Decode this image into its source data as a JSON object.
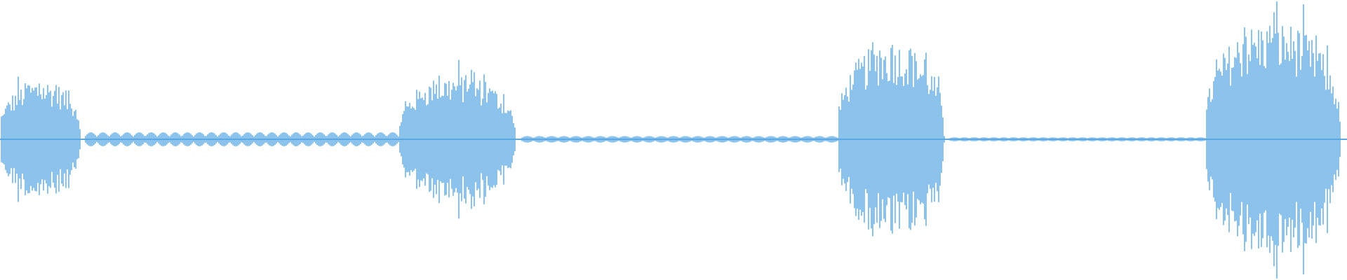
{
  "waveform": {
    "color": "#5aa9e4",
    "background": "#ffffff",
    "segments": [
      {
        "kind": "burst",
        "start": 0.0,
        "end": 0.063,
        "level": 0.48
      },
      {
        "kind": "ripple",
        "start": 0.063,
        "end": 0.296,
        "level": 0.05
      },
      {
        "kind": "burst",
        "start": 0.296,
        "end": 0.387,
        "level": 0.52
      },
      {
        "kind": "ripple",
        "start": 0.387,
        "end": 0.622,
        "level": 0.02
      },
      {
        "kind": "burst",
        "start": 0.622,
        "end": 0.705,
        "level": 0.78
      },
      {
        "kind": "ripple",
        "start": 0.705,
        "end": 0.895,
        "level": 0.01
      },
      {
        "kind": "burst",
        "start": 0.895,
        "end": 1.0,
        "level": 0.95
      }
    ]
  }
}
